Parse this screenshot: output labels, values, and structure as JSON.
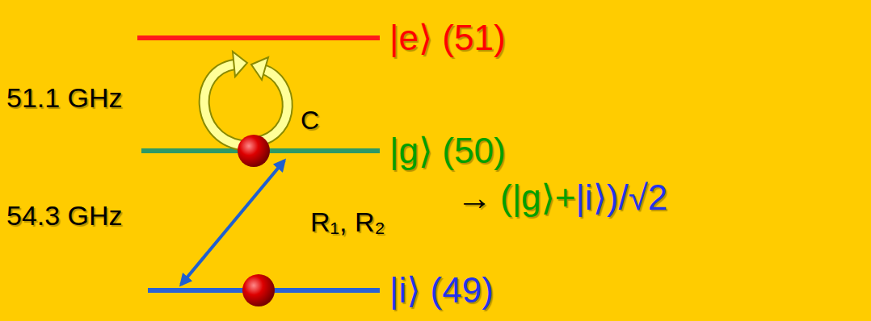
{
  "diagram": {
    "labels": [
      "|e⟩ (51)",
      "51.1 GHz",
      "C",
      "|g⟩ (50)",
      "→",
      "(|g⟩+",
      "|i⟩)/√2",
      "54.3 GHz",
      "R₁, R₂",
      "|i⟩ (49)"
    ]
  }
}
